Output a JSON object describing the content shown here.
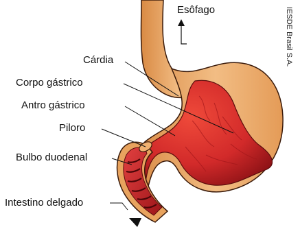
{
  "labels": {
    "esofago": "Esôfago",
    "cardia": "Cárdia",
    "corpo_gastrico": "Corpo gástrico",
    "antro_gastrico": "Antro gástrico",
    "piloro": "Piloro",
    "bulbo_duodenal": "Bulbo duodenal",
    "intestino_delgado": "Intestino delgado"
  },
  "credit": "IESDE Brasil S.A.",
  "colors": {
    "outer_wall": "#e8a35e",
    "outer_wall_light": "#f4c68e",
    "inner_mucosa": "#d8282a",
    "inner_dark": "#7a0c10",
    "outline": "#3a1a0a"
  }
}
